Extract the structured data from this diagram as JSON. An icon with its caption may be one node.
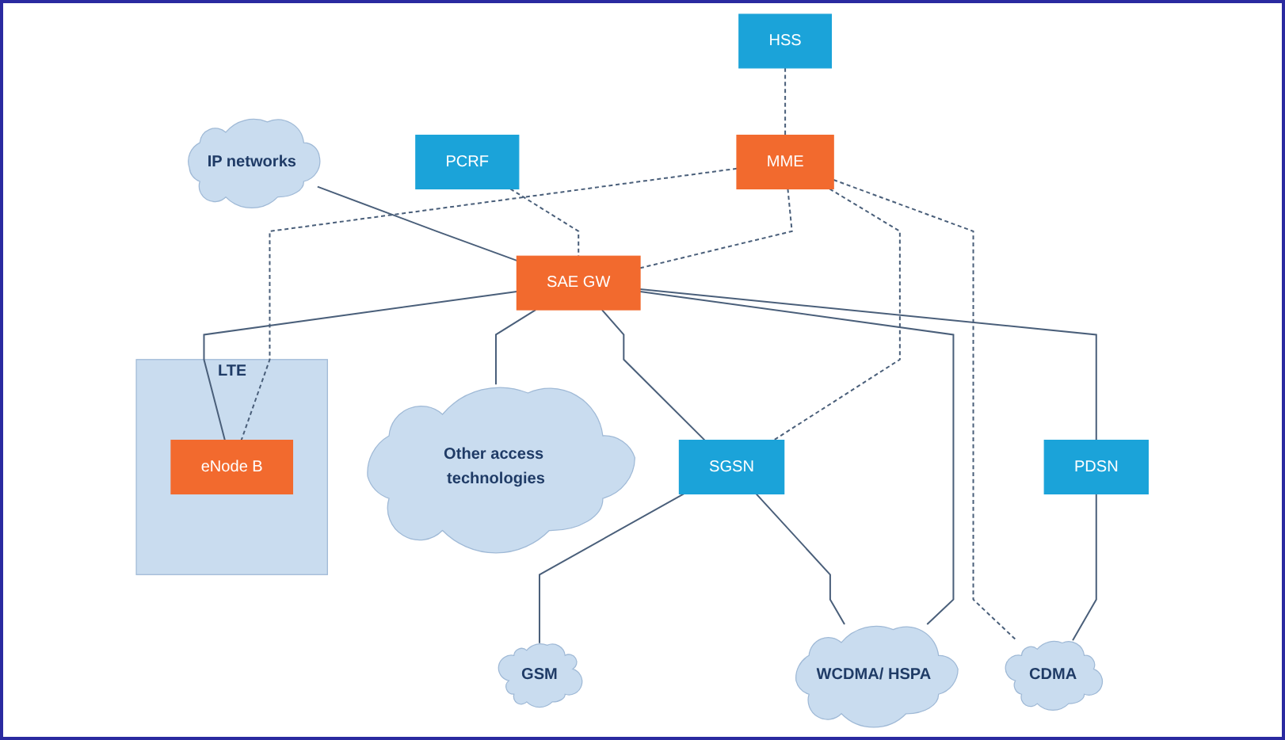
{
  "diagram": {
    "nodes": [
      {
        "text": [
          "IP networks"
        ]
      },
      {
        "text": [
          "HSS"
        ]
      },
      {
        "text": [
          "PCRF"
        ]
      },
      {
        "text": [
          "SAE GW"
        ]
      },
      {
        "text": [
          "MME"
        ]
      },
      {
        "text": [
          "SGSN"
        ]
      },
      {
        "text": [
          "GSM"
        ]
      },
      {
        "text": [
          "WCDMA/ HSPA"
        ]
      },
      {
        "text": [
          "PDSN"
        ]
      },
      {
        "text": [
          "CDMA"
        ]
      },
      {
        "text": [
          "LTE"
        ]
      },
      {
        "text": [
          "eNode B"
        ],
        "in": 10
      },
      {
        "text": [
          "Other access technologies"
        ]
      }
    ],
    "edges": [
      {
        "from": 0,
        "to": 3,
        "arrow": "none"
      },
      {
        "from": 1,
        "to": 4,
        "arrow": "none",
        "style": "dashed"
      },
      {
        "from": 2,
        "to": 3,
        "arrow": "none",
        "style": "dashed"
      },
      {
        "from": 3,
        "to": 5,
        "arrow": "none"
      },
      {
        "from": 4,
        "to": 3,
        "arrow": "none",
        "style": "dashed"
      },
      {
        "from": 4,
        "to": 5,
        "arrow": "none",
        "style": "dashed"
      },
      {
        "from": 5,
        "to": 6,
        "arrow": "none"
      },
      {
        "from": 5,
        "to": 7,
        "arrow": "none"
      },
      {
        "from": 3,
        "to": 7,
        "arrow": "none"
      },
      {
        "from": 3,
        "to": 8,
        "arrow": "none"
      },
      {
        "from": 3,
        "to": 11,
        "arrow": "none"
      },
      {
        "from": 3,
        "to": 12,
        "arrow": "none"
      },
      {
        "from": 4,
        "to": 9,
        "arrow": "none",
        "style": "dashed"
      },
      {
        "from": 4,
        "to": 11,
        "arrow": "none",
        "style": "dashed"
      },
      {
        "from": 8,
        "to": 9,
        "arrow": "none"
      }
    ]
  }
}
